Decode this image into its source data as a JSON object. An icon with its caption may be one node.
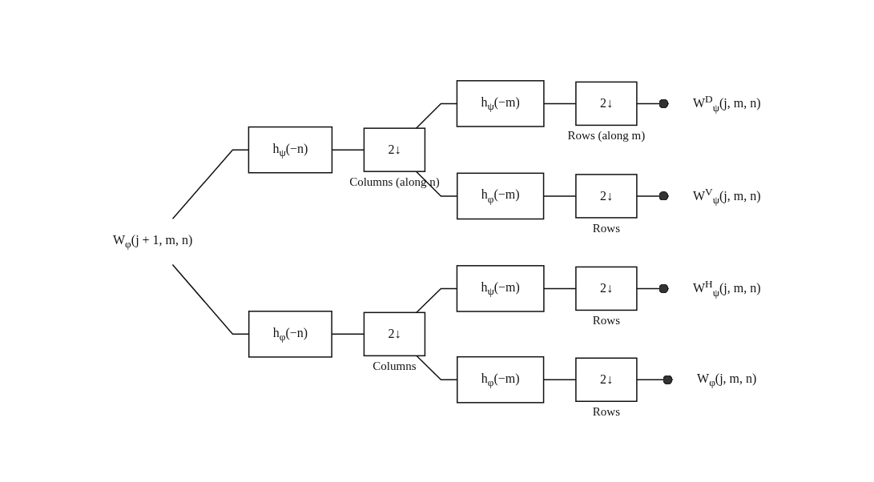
{
  "diagram": {
    "nodes": [
      {
        "text": [
          "W$_{φ}$(j + 1, m, n)"
        ]
      },
      {
        "text": [
          "h$_{ψ}$(−n)"
        ]
      },
      {
        "text": [
          "2↓"
        ],
        "beside": [
          "Columns (along n)"
        ]
      },
      {
        "text": [
          "h$_{φ}$(−n)"
        ]
      },
      {
        "text": [
          "2↓"
        ],
        "beside": [
          "Columns"
        ]
      },
      {
        "text": [
          "h$_{ψ}$(−m)"
        ]
      },
      {
        "text": [
          "2↓"
        ],
        "beside": [
          "Rows (along m)"
        ]
      },
      {
        "text": [
          "h$_{φ}$(−m)"
        ]
      },
      {
        "text": [
          "2↓"
        ],
        "beside": [
          "Rows"
        ]
      },
      {
        "text": [
          "h$_{ψ}$(−m)"
        ]
      },
      {
        "text": [
          "2↓"
        ],
        "beside": [
          "Rows"
        ]
      },
      {
        "text": [
          "h$_{φ}$(−m)"
        ]
      },
      {
        "text": [
          "2↓"
        ],
        "beside": [
          "Rows"
        ]
      },
      {
        "text": [
          "W$^{D}$$_{ψ}$(j, m, n)"
        ]
      },
      {
        "text": [
          "W$^{V}$$_{ψ}$(j, m, n)"
        ]
      },
      {
        "text": [
          "W$^{H}$$_{ψ}$(j, m, n)"
        ]
      },
      {
        "text": [
          "W$_{φ}$(j, m, n)"
        ]
      }
    ],
    "edges": [
      {
        "from": 0,
        "to": 1,
        "arrow": "none"
      },
      {
        "from": 1,
        "to": 2,
        "arrow": "none"
      },
      {
        "from": 2,
        "to": 5,
        "arrow": "none"
      },
      {
        "from": 5,
        "to": 6,
        "arrow": "none"
      },
      {
        "from": 6,
        "to": 13,
        "arrow": "other"
      },
      {
        "from": 2,
        "to": 7,
        "arrow": "none"
      },
      {
        "from": 7,
        "to": 8,
        "arrow": "none"
      },
      {
        "from": 8,
        "to": 14,
        "arrow": "other"
      },
      {
        "from": 0,
        "to": 3,
        "arrow": "none"
      },
      {
        "from": 3,
        "to": 4,
        "arrow": "none"
      },
      {
        "from": 4,
        "to": 9,
        "arrow": "none"
      },
      {
        "from": 9,
        "to": 10,
        "arrow": "none"
      },
      {
        "from": 10,
        "to": 15,
        "arrow": "other"
      },
      {
        "from": 4,
        "to": 11,
        "arrow": "none"
      },
      {
        "from": 11,
        "to": 12,
        "arrow": "none"
      },
      {
        "from": 12,
        "to": 16,
        "arrow": "other"
      }
    ]
  }
}
